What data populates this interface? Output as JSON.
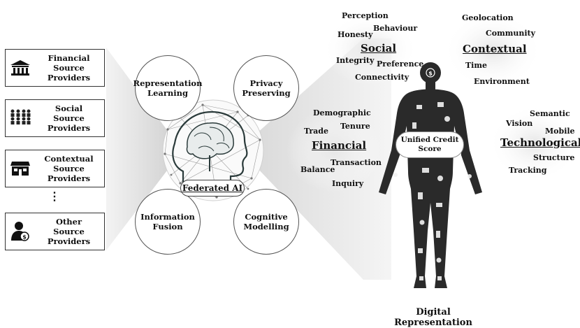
{
  "providers": [
    {
      "line1": "Financial",
      "line2": "Source Providers",
      "icon": "bank-icon"
    },
    {
      "line1": "Social",
      "line2": "Source Providers",
      "icon": "people-icon"
    },
    {
      "line1": "Contextual",
      "line2": "Source Providers",
      "icon": "store-icon"
    },
    {
      "line1": "Other",
      "line2": "Source Providers",
      "icon": "user-money-icon"
    }
  ],
  "ellipsis": "⋮",
  "hub": {
    "title": "Federated AI",
    "techniques": [
      {
        "line1": "Representation",
        "line2": "Learning"
      },
      {
        "line1": "Privacy",
        "line2": "Preserving"
      },
      {
        "line1": "Information",
        "line2": "Fusion"
      },
      {
        "line1": "Cognitive",
        "line2": "Modelling"
      }
    ]
  },
  "categories": {
    "social": {
      "title": "Social",
      "words": [
        "Perception",
        "Behaviour",
        "Honesty",
        "Integrity",
        "Preference",
        "Connectivity"
      ]
    },
    "contextual": {
      "title": "Contextual",
      "words": [
        "Geolocation",
        "Community",
        "Time",
        "Environment"
      ]
    },
    "financial": {
      "title": "Financial",
      "words": [
        "Demographic",
        "Tenure",
        "Trade",
        "Transaction",
        "Balance",
        "Inquiry"
      ]
    },
    "technological": {
      "title": "Technological",
      "words": [
        "Semantic",
        "Vision",
        "Mobile",
        "Structure",
        "Tracking"
      ]
    }
  },
  "score": {
    "line1": "Unified Credit",
    "line2": "Score"
  },
  "caption": "Digital Representation",
  "colors": {
    "text": "#111111",
    "figure": "#2a2a2a",
    "funnel": "#d9d9d9"
  }
}
